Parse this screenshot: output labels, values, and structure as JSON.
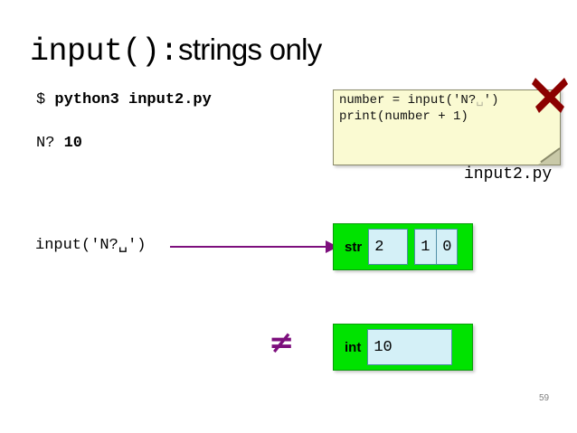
{
  "slide": {
    "title_mono": "input():",
    "title_sans": "strings only",
    "number": "59"
  },
  "terminal": {
    "prompt": "$ ",
    "command": "python3 input2.py",
    "output_prompt": "N? ",
    "output_value": "10"
  },
  "code_note": {
    "line1_before": "number = input('N?",
    "line1_blank": "␣",
    "line1_after": "')",
    "line2": "print(number + 1)",
    "caption": "input2.py",
    "background_color": "#FAFAD2",
    "border_color": "#8A8A6A",
    "mark": "x-mark",
    "mark_color": "#8B0000"
  },
  "call_expression": {
    "before": "input('N?",
    "blank": "␣",
    "after": "')"
  },
  "arrow": {
    "color": "#7D0F7D",
    "direction": "right"
  },
  "comparison": {
    "symbol": "≠",
    "color": "#7D0F7D"
  },
  "value_boxes": [
    {
      "id": "str-box",
      "type_tag": "str",
      "groups": [
        {
          "cells": [
            "2"
          ],
          "width_class": "cell-w-wide"
        },
        {
          "cells": [
            "1",
            "0"
          ],
          "width_class": "cell-w-narrow"
        }
      ],
      "box_color": "#00E300",
      "border_color": "#0A9C0A",
      "cell_color": "#D4F0F7"
    },
    {
      "id": "int-box",
      "type_tag": "int",
      "groups": [
        {
          "cells": [
            "10"
          ],
          "width_class": "cell-w-full"
        }
      ],
      "box_color": "#00E300",
      "border_color": "#0A9C0A",
      "cell_color": "#D4F0F7"
    }
  ]
}
